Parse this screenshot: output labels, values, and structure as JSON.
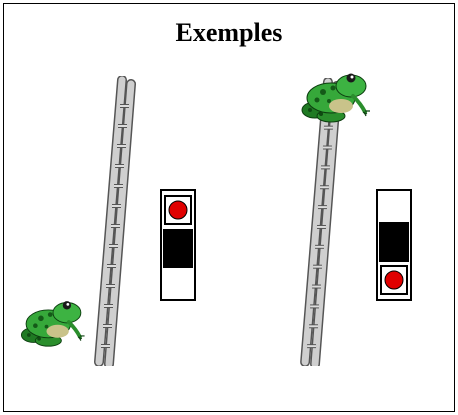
{
  "title": "Exemples",
  "examples": [
    {
      "frog_position": "bottom",
      "indicator_active": "top"
    },
    {
      "frog_position": "top",
      "indicator_active": "bottom"
    }
  ],
  "colors": {
    "dot": "#e00000",
    "segment": "#000000",
    "frog": "#2e9a2e",
    "ladder": "#b5b5b5"
  }
}
